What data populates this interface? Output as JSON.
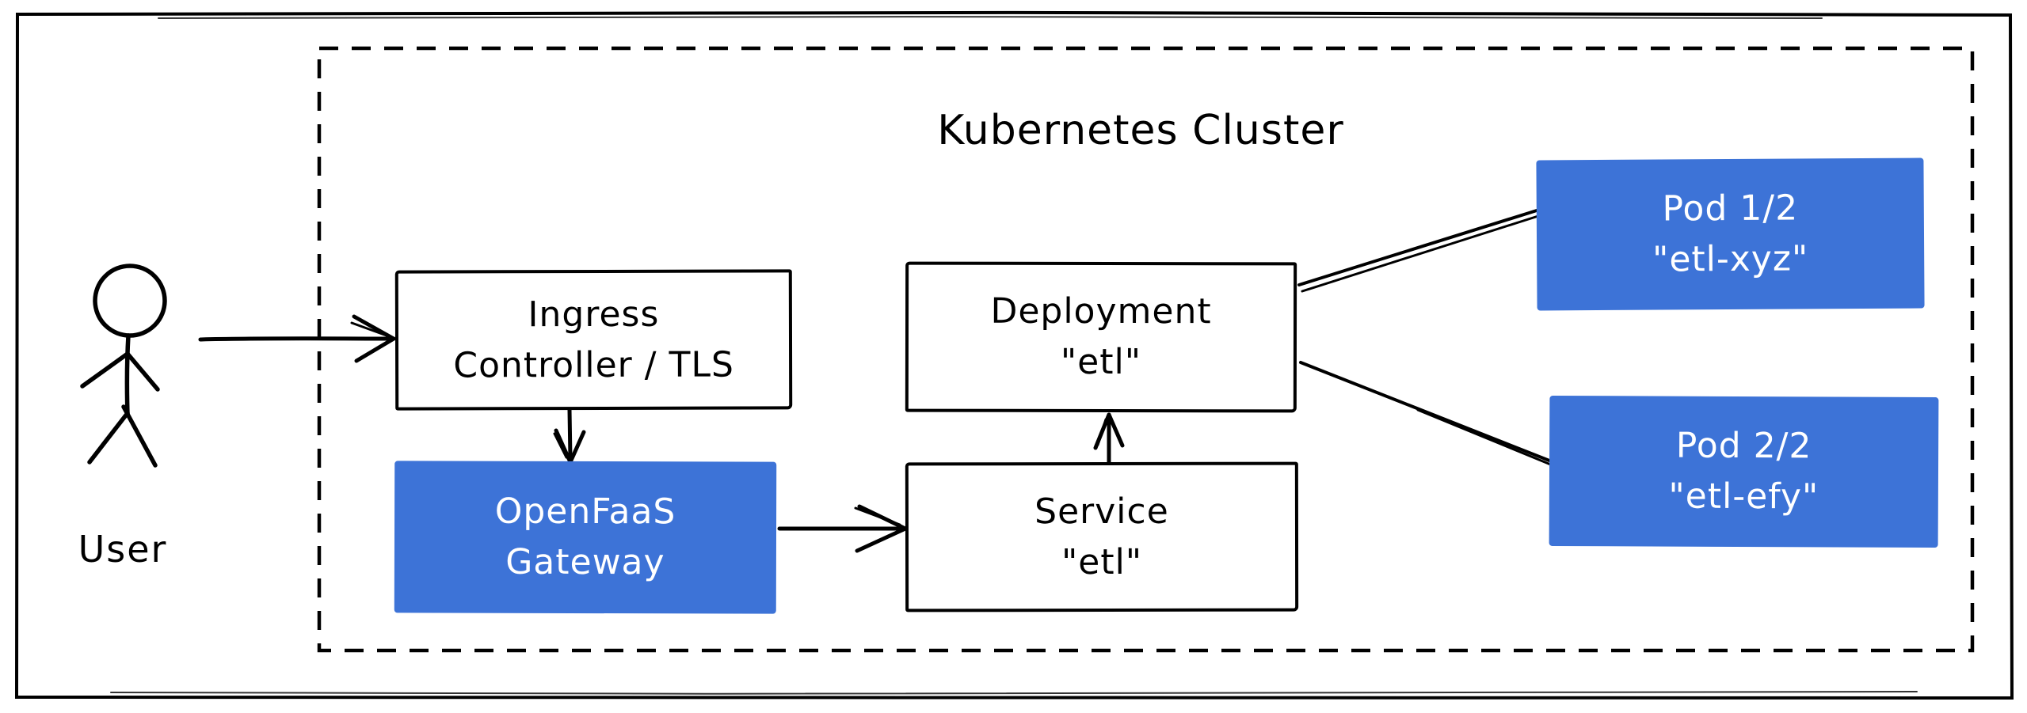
{
  "diagram": {
    "cluster_label": "Kubernetes Cluster",
    "user_label": "User",
    "nodes": [
      {
        "id": "ingress-controller",
        "variant": "outline",
        "lines": [
          "Ingress",
          "Controller / TLS"
        ]
      },
      {
        "id": "openfaas-gateway",
        "variant": "accent",
        "lines": [
          "OpenFaaS",
          "Gateway"
        ]
      },
      {
        "id": "deployment-etl",
        "variant": "outline",
        "lines": [
          "Deployment",
          "\"etl\""
        ]
      },
      {
        "id": "service-etl",
        "variant": "outline",
        "lines": [
          "Service",
          "\"etl\""
        ]
      },
      {
        "id": "pod-1",
        "variant": "accent",
        "lines": [
          "Pod 1/2",
          "\"etl-xyz\""
        ]
      },
      {
        "id": "pod-2",
        "variant": "accent",
        "lines": [
          "Pod 2/2",
          "\"etl-efy\""
        ]
      }
    ],
    "colors": {
      "accent": "#3d73d7",
      "stroke": "#000000",
      "canvas": "#ffffff",
      "accent_text": "#ffffff"
    }
  }
}
